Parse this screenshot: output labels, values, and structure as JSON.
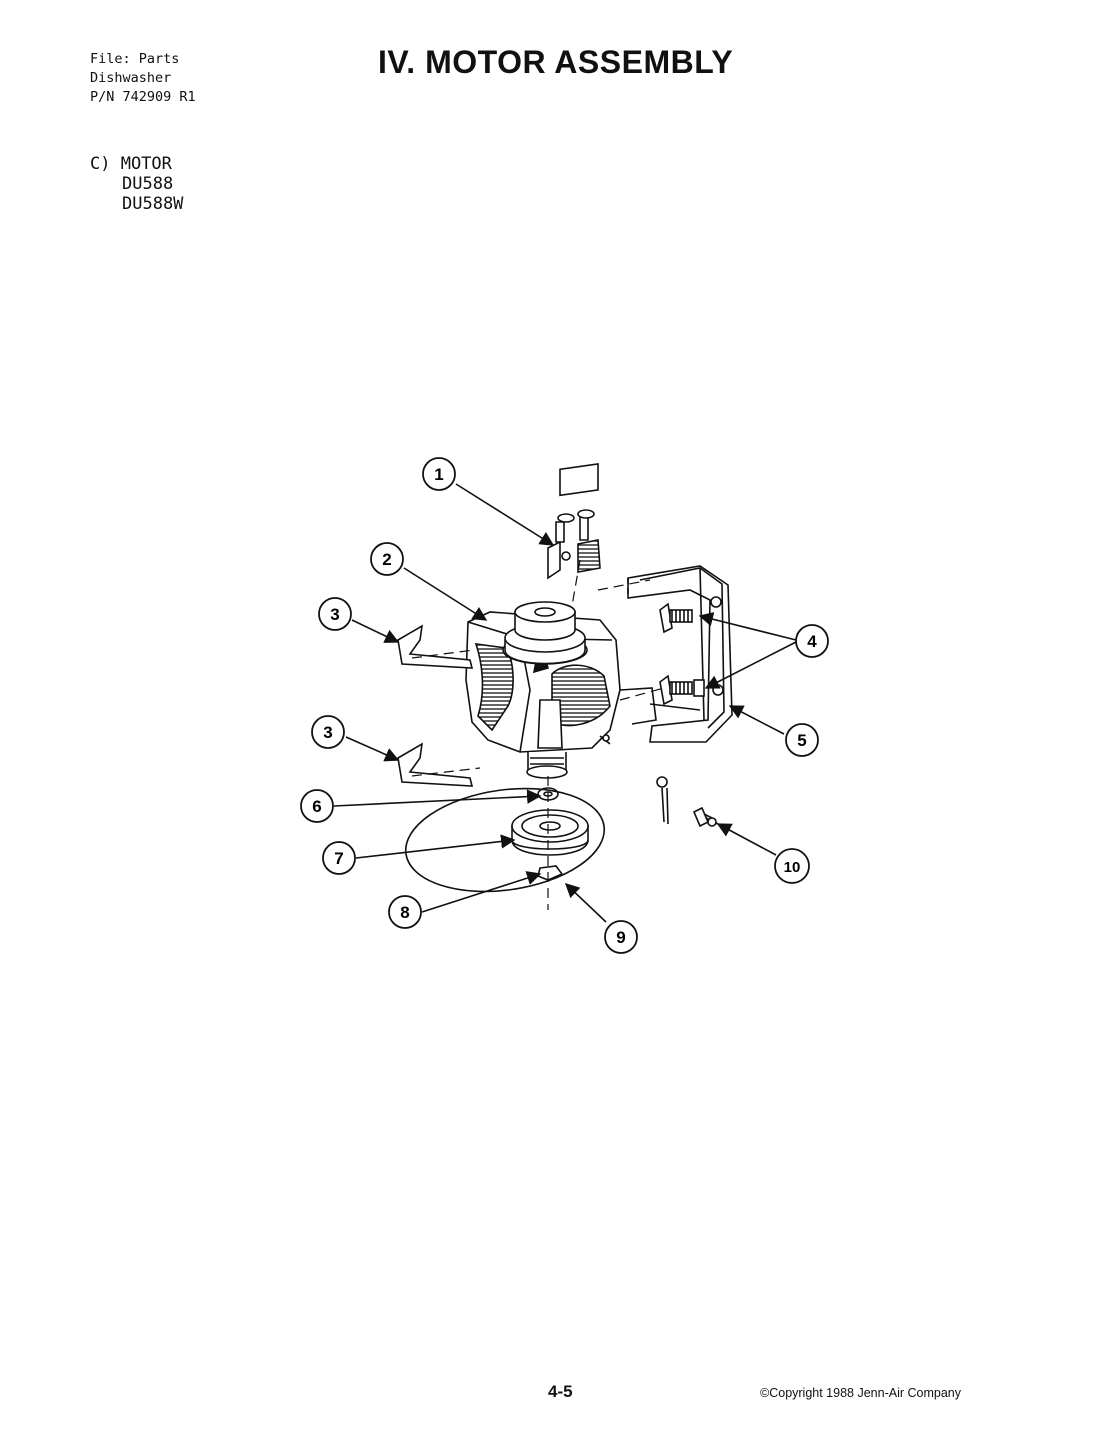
{
  "header": {
    "file_line1": "File: Parts",
    "file_line2": "Dishwasher",
    "file_line3": "P/N 742909 R1",
    "title": "IV. MOTOR ASSEMBLY"
  },
  "section": {
    "heading": "C) MOTOR",
    "models": [
      "DU588",
      "DU588W"
    ]
  },
  "callouts": [
    "1",
    "2",
    "3",
    "3",
    "4",
    "5",
    "6",
    "7",
    "8",
    "9",
    "10"
  ],
  "footer": {
    "page_number": "4-5",
    "copyright": "©Copyright 1988 Jenn-Air Company"
  }
}
